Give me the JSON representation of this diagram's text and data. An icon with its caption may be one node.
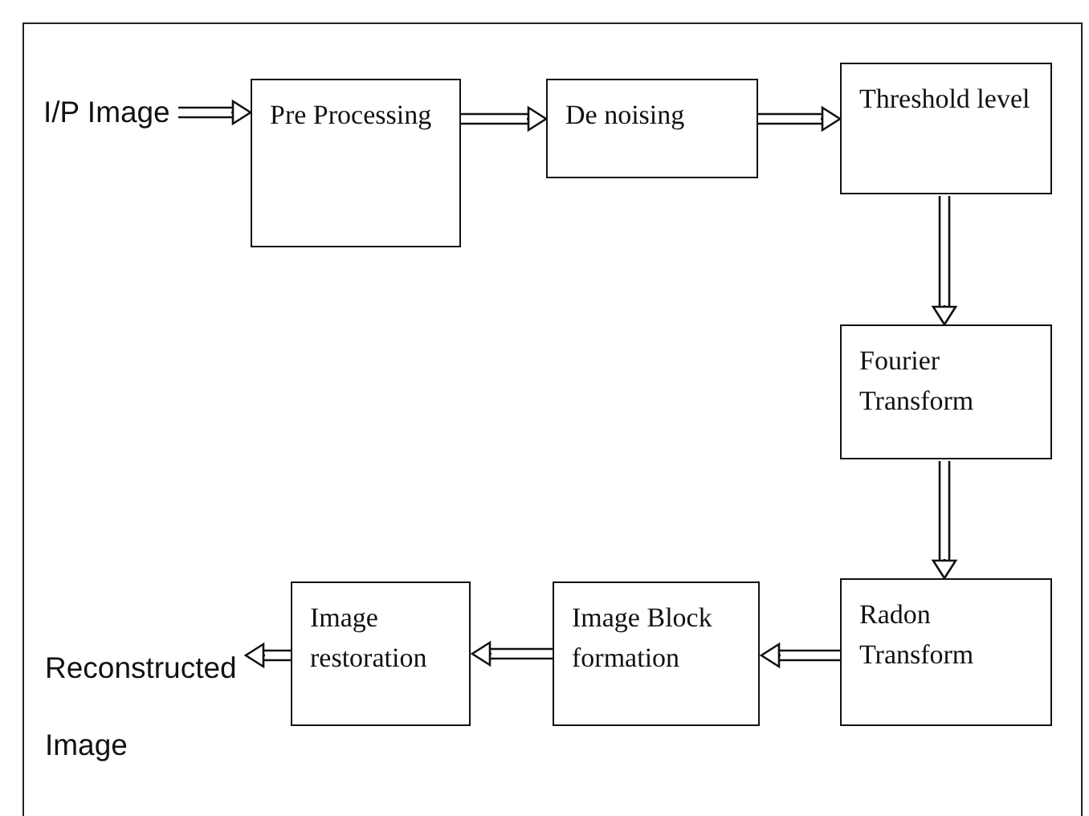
{
  "diagram": {
    "nodes": [
      {
        "text": [
          "I/P Image"
        ]
      },
      {
        "text": [
          "Pre Processing"
        ]
      },
      {
        "text": [
          "De noising"
        ]
      },
      {
        "text": [
          "Threshold level"
        ]
      },
      {
        "text": [
          "Fourier Transform"
        ]
      },
      {
        "text": [
          "Radon Transform"
        ]
      },
      {
        "text": [
          "Image Block formation"
        ]
      },
      {
        "text": [
          "Image restoration"
        ]
      },
      {
        "text": [
          "Reconstructed Image"
        ]
      }
    ],
    "edges": [
      {
        "from": 0,
        "to": 1,
        "arrow": "to"
      },
      {
        "from": 1,
        "to": 2,
        "arrow": "to"
      },
      {
        "from": 2,
        "to": 3,
        "arrow": "to"
      },
      {
        "from": 3,
        "to": 4,
        "arrow": "to"
      },
      {
        "from": 4,
        "to": 5,
        "arrow": "to"
      },
      {
        "from": 5,
        "to": 6,
        "arrow": "to"
      },
      {
        "from": 6,
        "to": 7,
        "arrow": "to"
      },
      {
        "from": 7,
        "to": 8,
        "arrow": "to"
      }
    ]
  }
}
